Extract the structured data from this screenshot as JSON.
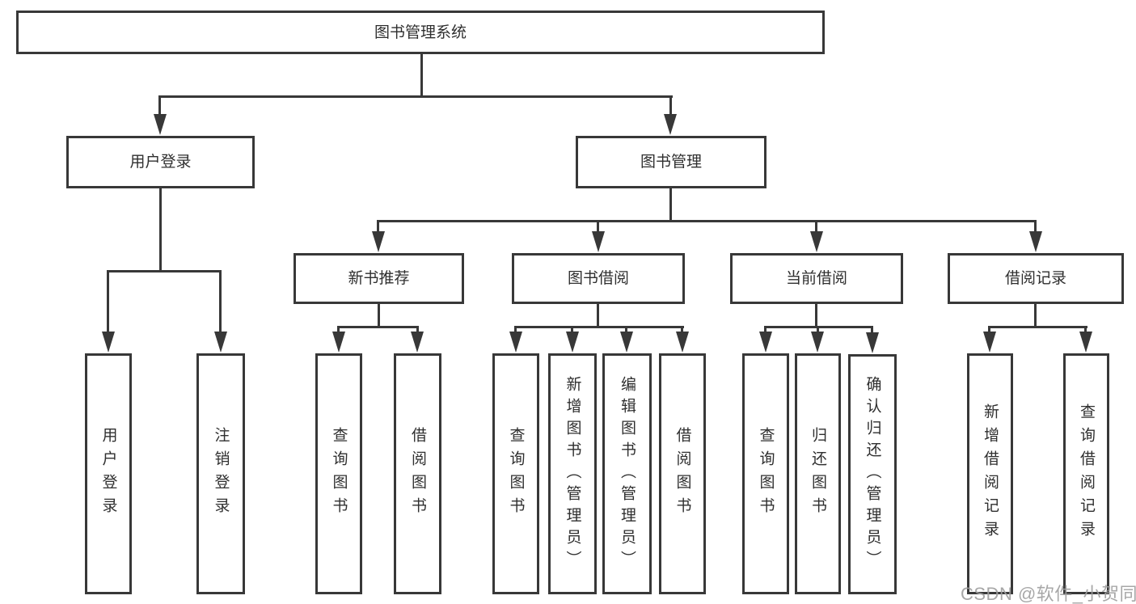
{
  "diagram": {
    "title": "图书管理系统",
    "colors": {
      "line": "#383838",
      "box_border": "#383838",
      "text": "#2f2f2f",
      "background": "#ffffff",
      "watermark": "#9e9e9e"
    },
    "nodes": {
      "root": "图书管理系统",
      "user_login": "用户登录",
      "book_mgmt": "图书管理",
      "new_book_rec": "新书推荐",
      "book_borrow": "图书借阅",
      "current_borrow": "当前借阅",
      "borrow_records": "借阅记录",
      "leaf_user_login": "用户登录",
      "leaf_logout": "注销登录",
      "rec_query_book": "查询图书",
      "rec_borrow_book": "借阅图书",
      "bb_query_book": "查询图书",
      "bb_add_book": "新增图书（管理员）",
      "bb_edit_book": "编辑图书（管理员）",
      "bb_borrow_book": "借阅图书",
      "cb_query_book": "查询图书",
      "cb_return_book": "归还图书",
      "cb_confirm_return": "确认归还（管理员）",
      "br_add_record": "新增借阅记录",
      "br_query_record": "查询借阅记录"
    },
    "hierarchy": {
      "图书管理系统": {
        "用户登录": [
          "用户登录",
          "注销登录"
        ],
        "图书管理": {
          "新书推荐": [
            "查询图书",
            "借阅图书"
          ],
          "图书借阅": [
            "查询图书",
            "新增图书（管理员）",
            "编辑图书（管理员）",
            "借阅图书"
          ],
          "当前借阅": [
            "查询图书",
            "归还图书",
            "确认归还（管理员）"
          ],
          "借阅记录": [
            "新增借阅记录",
            "查询借阅记录"
          ]
        }
      }
    }
  },
  "watermark": {
    "text": "CSDN @软件_小贺同学"
  }
}
